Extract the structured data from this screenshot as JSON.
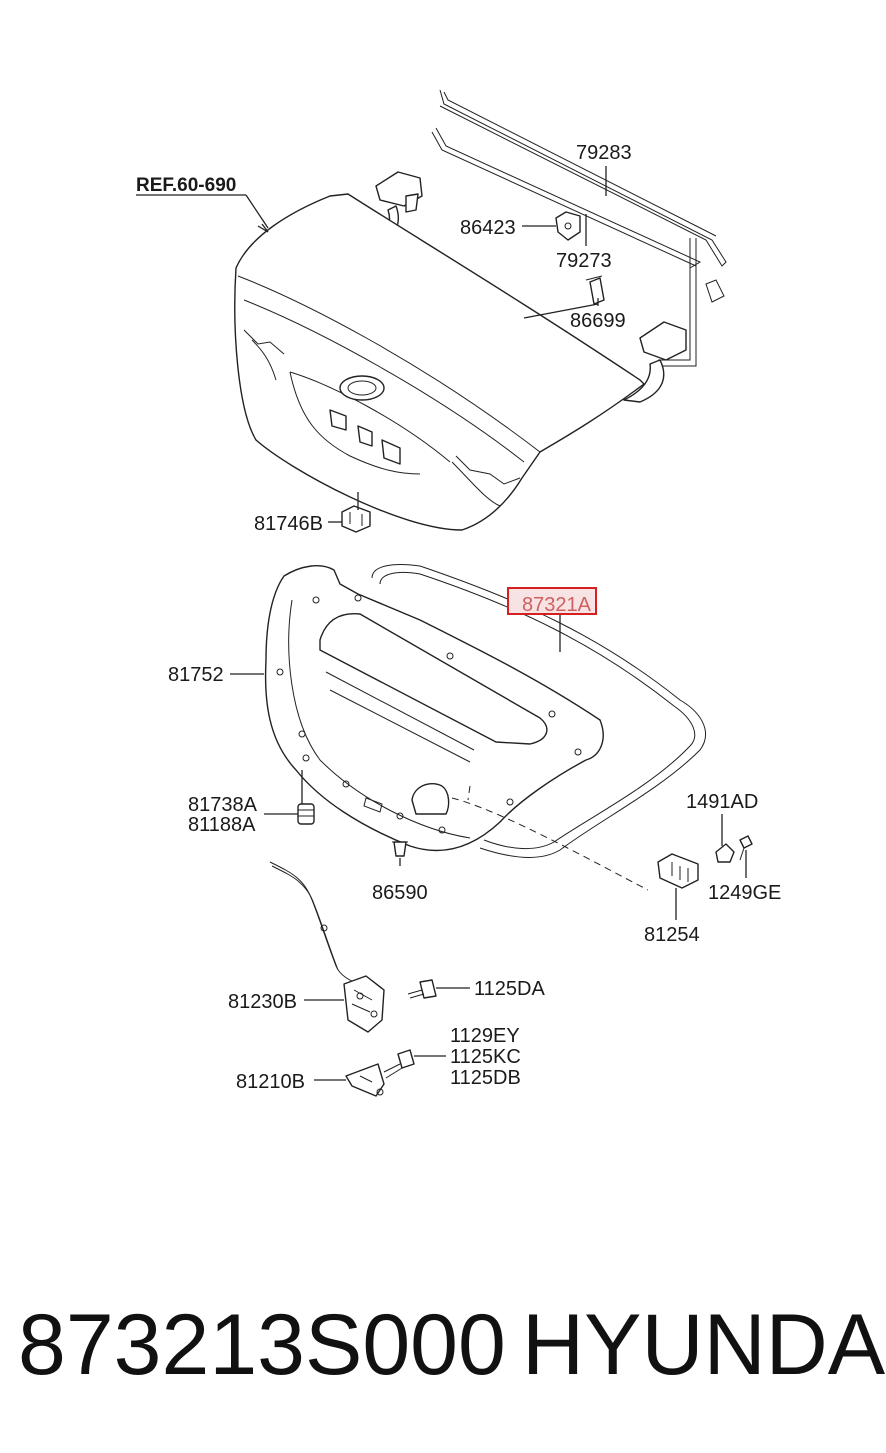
{
  "diagram": {
    "ref_label": "REF.60-690",
    "labels": {
      "p79283": "79283",
      "p86423": "86423",
      "p79273": "79273",
      "p86699": "86699",
      "p81746B": "81746B",
      "p87321A": "87321A",
      "p81752": "81752",
      "p81738A": "81738A",
      "p81188A": "81188A",
      "p86590": "86590",
      "p1491AD": "1491AD",
      "p1249GE": "1249GE",
      "p81254": "81254",
      "p81230B": "81230B",
      "p1125DA": "1125DA",
      "p1129EY": "1129EY",
      "p1125KC": "1125KC",
      "p1125DB": "1125DB",
      "p81210B": "81210B"
    },
    "highlighted_part": "87321A",
    "highlight_color": "#d42020"
  },
  "footer": {
    "part_number": "873213S000",
    "brand": "HYUNDAI"
  }
}
